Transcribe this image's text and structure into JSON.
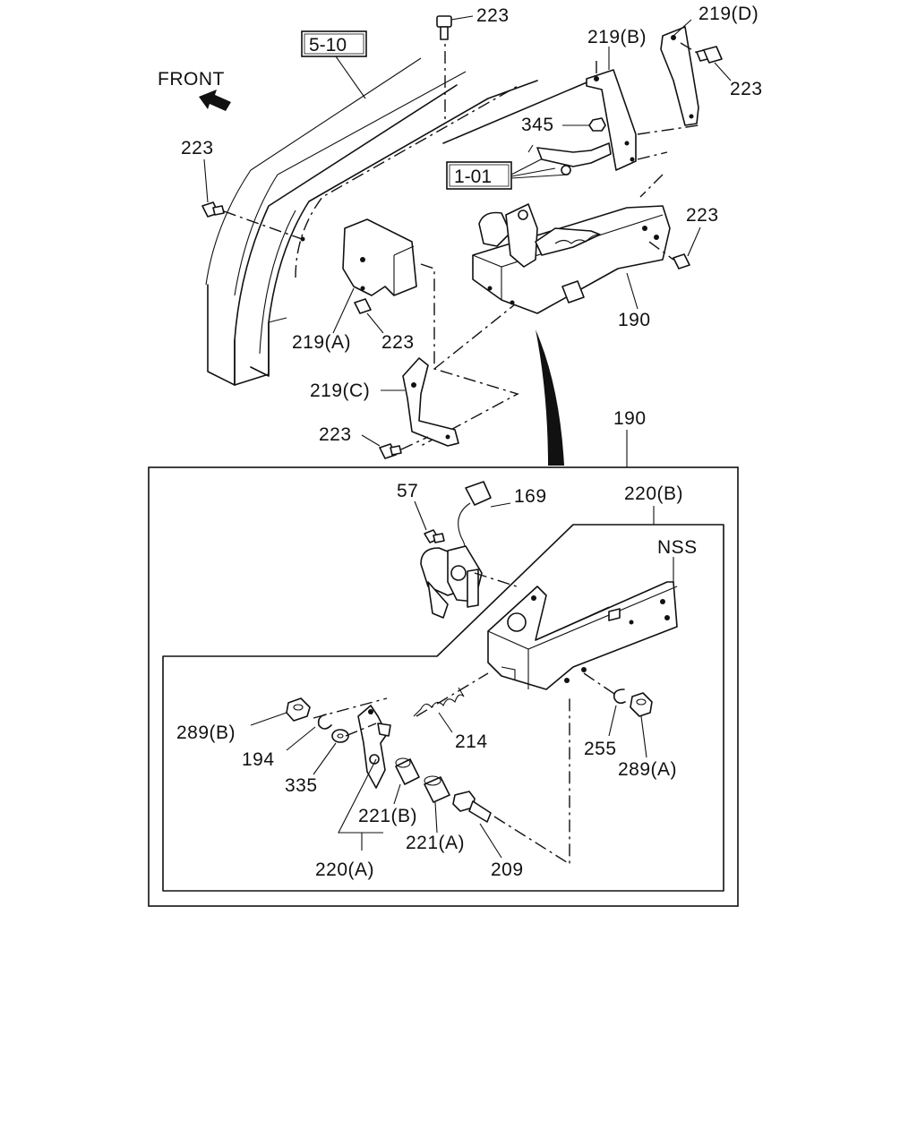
{
  "orientation": {
    "text": "FRONT"
  },
  "references": [
    {
      "id": "ref-5-10",
      "text": "5-10"
    },
    {
      "id": "ref-1-01",
      "text": "1-01"
    }
  ],
  "labels": {
    "l223_top": "223",
    "l219d": "219(D)",
    "l219b": "219(B)",
    "l223_right1": "223",
    "l345": "345",
    "l223_left": "223",
    "l223_right2": "223",
    "l219a": "219(A)",
    "l223_mid": "223",
    "l190_top": "190",
    "l219c": "219(C)",
    "l223_bottom": "223",
    "l190_box": "190",
    "l57": "57",
    "l169": "169",
    "l220b": "220(B)",
    "lnss": "NSS",
    "l289b": "289(B)",
    "l194": "194",
    "l335": "335",
    "l214": "214",
    "l255": "255",
    "l289a": "289(A)",
    "l221b": "221(B)",
    "l221a": "221(A)",
    "l220a": "220(A)",
    "l209": "209"
  }
}
